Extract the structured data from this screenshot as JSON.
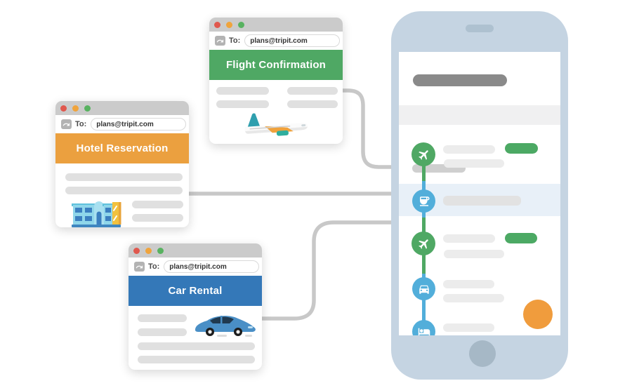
{
  "emails": [
    {
      "to_label": "To:",
      "to_value": "plans@tripit.com",
      "banner": "Flight Confirmation",
      "accent_color": "#4FA864",
      "illustration": "airplane"
    },
    {
      "to_label": "To:",
      "to_value": "plans@tripit.com",
      "banner": "Hotel Reservation",
      "accent_color": "#EBA03F",
      "illustration": "hotel-building"
    },
    {
      "to_label": "To:",
      "to_value": "plans@tripit.com",
      "banner": "Car Rental",
      "accent_color": "#3478B8",
      "illustration": "blue-car"
    }
  ],
  "window_chrome": {
    "bar_color": "#CBCBCB",
    "dot_colors": [
      "#E0584E",
      "#F0A43C",
      "#58B260"
    ]
  },
  "connector_color": "#C8C8C8",
  "phone": {
    "bezel_color": "#C5D4E2",
    "speaker_color": "#AEC1D0",
    "home_button_color": "#A6B8C6",
    "fab_color": "#F09C3D",
    "header_pill_color": "#8A8A8A",
    "highlight_row_color": "#E8F0F8",
    "timeline": {
      "green": "#4FA864",
      "blue": "#52AEDA",
      "items": [
        {
          "icon": "airplane-icon",
          "color": "green",
          "badge": true
        },
        {
          "icon": "coffee-icon",
          "color": "blue",
          "badge": false,
          "highlighted": true
        },
        {
          "icon": "airplane-icon",
          "color": "green",
          "badge": true
        },
        {
          "icon": "car-icon",
          "color": "blue",
          "badge": false
        },
        {
          "icon": "bed-icon",
          "color": "blue",
          "badge": false
        }
      ]
    }
  }
}
